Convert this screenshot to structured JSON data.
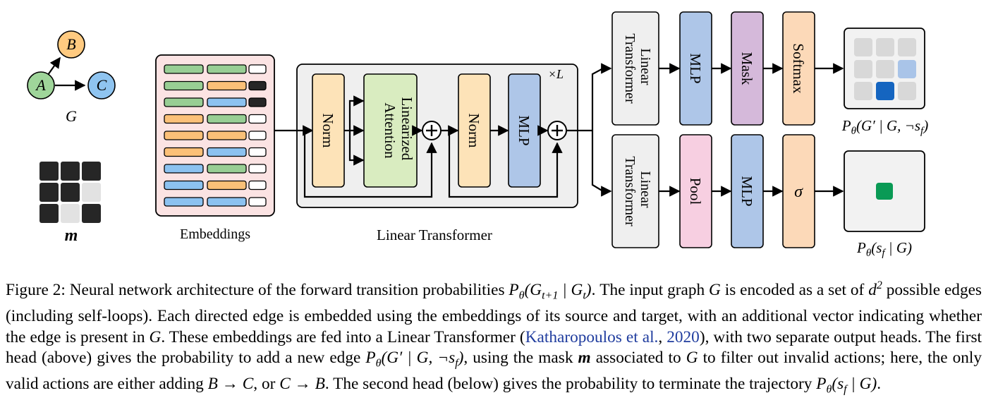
{
  "graph": {
    "nodes": [
      {
        "label": "A",
        "color": "#9fd59a"
      },
      {
        "label": "B",
        "color": "#ffca80"
      },
      {
        "label": "C",
        "color": "#8fc4f0"
      }
    ],
    "label": "G"
  },
  "mask": {
    "label": "m",
    "grid": [
      [
        1,
        1,
        1
      ],
      [
        1,
        1,
        0
      ],
      [
        1,
        0,
        1
      ]
    ],
    "on_color": "#262626",
    "off_color": "#e2e2e2"
  },
  "embeddings": {
    "label": "Embeddings",
    "rows": [
      [
        "green",
        "green",
        "empty"
      ],
      [
        "green",
        "orange",
        "dark"
      ],
      [
        "green",
        "blue",
        "dark"
      ],
      [
        "orange",
        "green",
        "empty"
      ],
      [
        "orange",
        "orange",
        "empty"
      ],
      [
        "orange",
        "blue",
        "empty"
      ],
      [
        "blue",
        "green",
        "empty"
      ],
      [
        "blue",
        "orange",
        "empty"
      ],
      [
        "blue",
        "blue",
        "empty"
      ]
    ]
  },
  "transformer": {
    "label": "Linear Transformer",
    "repeat": "×L",
    "norm1": "Norm",
    "attention_line1": "Linearized",
    "attention_line2": "Attention",
    "norm2": "Norm",
    "mlp": "MLP"
  },
  "top_head": {
    "lt_line1": "Linear",
    "lt_line2": "Transformer",
    "mlp": "MLP",
    "mask": "Mask",
    "softmax": "Softmax",
    "output_label": "Pθ(G′ | G, ¬s_f)",
    "highlight_color": "#1565c0"
  },
  "bottom_head": {
    "lt_line1": "Linear",
    "lt_line2": "Transformer",
    "pool": "Pool",
    "mlp": "MLP",
    "sigma": "σ",
    "output_label": "Pθ(s_f | G)",
    "stop_color": "#0a9a55"
  },
  "caption": {
    "figure_label": "Figure 2:",
    "text_1": "Neural network architecture of the forward transition probabilities",
    "math_1": "Pθ(Gt+1 | Gt)",
    "text_2": ". The input graph",
    "math_2": "G",
    "text_3": "is encoded as a set of",
    "math_3": "d²",
    "text_4": "possible edges (including self-loops). Each directed edge is embedded using the embeddings of its source and target, with an additional vector indicating whether the edge is present in",
    "math_4": "G",
    "text_5": ". These embeddings are fed into a Linear Transformer (",
    "cite_authors": "Katharopoulos et al.",
    "cite_sep": ", ",
    "cite_year": "2020",
    "text_6": "), with two separate output heads. The first head (above) gives the probability to add a new edge",
    "math_5": "Pθ(G′ | G, ¬sf)",
    "text_7": ", using the mask",
    "math_6": "m",
    "text_8": "associated to",
    "math_7": "G",
    "text_9": "to filter out invalid actions; here, the only valid actions are either adding",
    "math_8": "B → C",
    "text_10": ", or",
    "math_9": "C → B",
    "text_11": ". The second head (below) gives the probability to terminate the trajectory",
    "math_10": "Pθ(sf | G)",
    "text_12": "."
  }
}
